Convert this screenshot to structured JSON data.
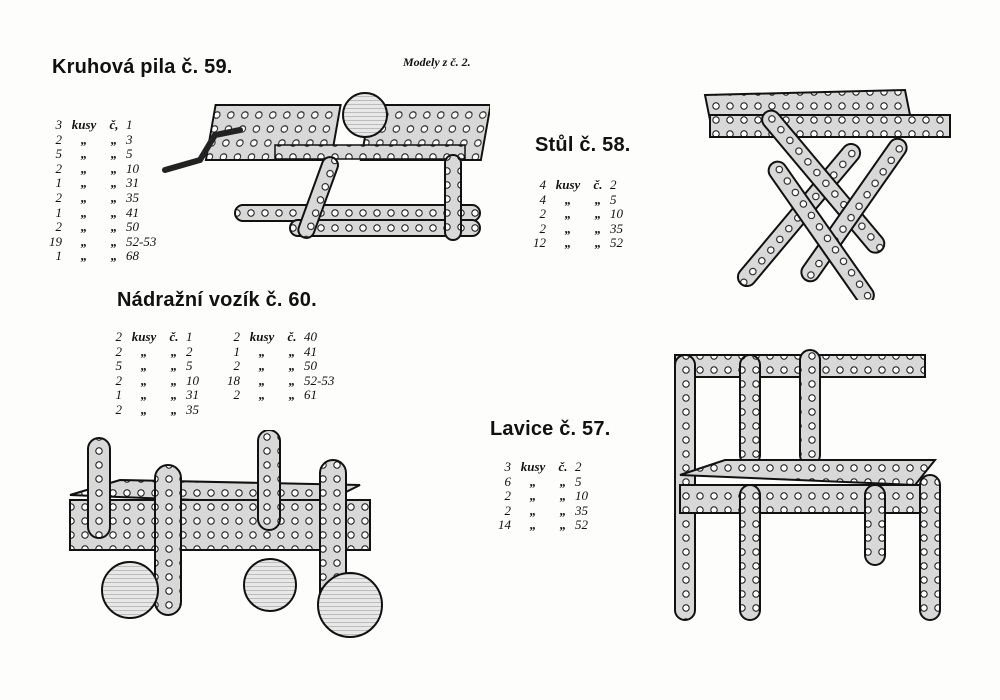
{
  "header": {
    "series_note": "Modely z č. 2."
  },
  "models": [
    {
      "title": "Kruhová pila č. 59.",
      "illustration": "circular-saw-model",
      "parts": [
        {
          "qty": "3",
          "unit": "kusy",
          "prefix": "č,",
          "part": "1"
        },
        {
          "qty": "2",
          "unit": "„",
          "prefix": "„",
          "part": "3"
        },
        {
          "qty": "5",
          "unit": "„",
          "prefix": "„",
          "part": "5"
        },
        {
          "qty": "2",
          "unit": "„",
          "prefix": "„",
          "part": "10"
        },
        {
          "qty": "1",
          "unit": "„",
          "prefix": "„",
          "part": "31"
        },
        {
          "qty": "2",
          "unit": "„",
          "prefix": "„",
          "part": "35"
        },
        {
          "qty": "1",
          "unit": "„",
          "prefix": "„",
          "part": "41"
        },
        {
          "qty": "2",
          "unit": "„",
          "prefix": "„",
          "part": "50"
        },
        {
          "qty": "19",
          "unit": "„",
          "prefix": "„",
          "part": "52-53"
        },
        {
          "qty": "1",
          "unit": "„",
          "prefix": "„",
          "part": "68"
        }
      ]
    },
    {
      "title": "Stůl č. 58.",
      "illustration": "table-model",
      "parts": [
        {
          "qty": "4",
          "unit": "kusy",
          "prefix": "č.",
          "part": "2"
        },
        {
          "qty": "4",
          "unit": "„",
          "prefix": "„",
          "part": "5"
        },
        {
          "qty": "2",
          "unit": "„",
          "prefix": "„",
          "part": "10"
        },
        {
          "qty": "2",
          "unit": "„",
          "prefix": "„",
          "part": "35"
        },
        {
          "qty": "12",
          "unit": "„",
          "prefix": "„",
          "part": "52"
        }
      ]
    },
    {
      "title": "Nádražní vozík č. 60.",
      "illustration": "station-cart-model",
      "parts": [
        {
          "qty": "2",
          "unit": "kusy",
          "prefix": "č.",
          "part": "1"
        },
        {
          "qty": "2",
          "unit": "„",
          "prefix": "„",
          "part": "2"
        },
        {
          "qty": "5",
          "unit": "„",
          "prefix": "„",
          "part": "5"
        },
        {
          "qty": "2",
          "unit": "„",
          "prefix": "„",
          "part": "10"
        },
        {
          "qty": "1",
          "unit": "„",
          "prefix": "„",
          "part": "31"
        },
        {
          "qty": "2",
          "unit": "„",
          "prefix": "„",
          "part": "35"
        }
      ],
      "parts_col2": [
        {
          "qty": "2",
          "unit": "kusy",
          "prefix": "č.",
          "part": "40"
        },
        {
          "qty": "1",
          "unit": "„",
          "prefix": "„",
          "part": "41"
        },
        {
          "qty": "2",
          "unit": "„",
          "prefix": "„",
          "part": "50"
        },
        {
          "qty": "18",
          "unit": "„",
          "prefix": "„",
          "part": "52-53"
        },
        {
          "qty": "2",
          "unit": "„",
          "prefix": "„",
          "part": "61"
        }
      ]
    },
    {
      "title": "Lavice č. 57.",
      "illustration": "bench-model",
      "parts": [
        {
          "qty": "3",
          "unit": "kusy",
          "prefix": "č.",
          "part": "2"
        },
        {
          "qty": "6",
          "unit": "„",
          "prefix": "„",
          "part": "5"
        },
        {
          "qty": "2",
          "unit": "„",
          "prefix": "„",
          "part": "10"
        },
        {
          "qty": "2",
          "unit": "„",
          "prefix": "„",
          "part": "35"
        },
        {
          "qty": "14",
          "unit": "„",
          "prefix": "„",
          "part": "52"
        }
      ]
    }
  ]
}
